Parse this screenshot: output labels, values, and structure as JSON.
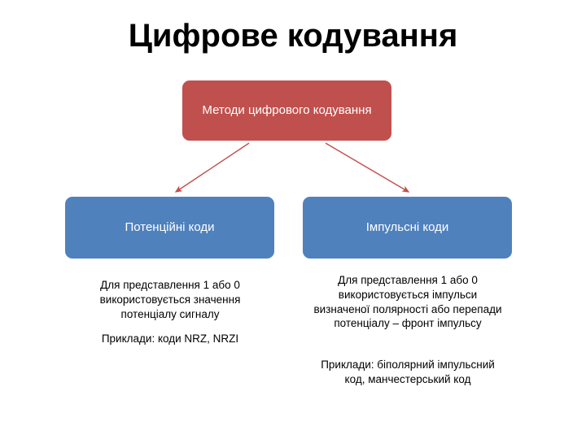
{
  "slide": {
    "title": "Цифрове кодування",
    "background": "#ffffff"
  },
  "colors": {
    "root_node": "#c0504d",
    "child_node": "#4f81bd",
    "connector": "#c0504d",
    "text_on_node": "#ffffff",
    "caption_text": "#000000"
  },
  "diagram": {
    "type": "tree",
    "root": {
      "label": "Методи цифрового кодування"
    },
    "branches": [
      {
        "label": "Потенційні коди",
        "captions": [
          "Для представлення 1 або 0 використовується значення потенціалу сигналу",
          "Приклади: коди NRZ, NRZI"
        ]
      },
      {
        "label": "Імпульсні коди",
        "captions": [
          "Для представлення 1 або 0 використовується імпульси визначеної полярності або перепади потенціалу – фронт імпульсу",
          "Приклади: біполярний імпульсний код, манчестерський код"
        ]
      }
    ]
  }
}
